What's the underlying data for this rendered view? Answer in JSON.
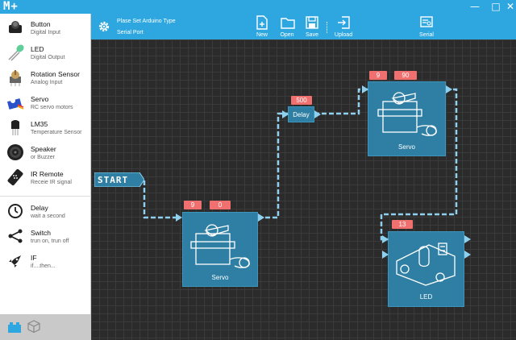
{
  "app": {
    "logo": "M+",
    "window_min": "—",
    "window_max": "□",
    "window_close": "✕"
  },
  "sidebar": {
    "items": [
      {
        "label": "Button",
        "sub": "Digital Input",
        "icon": "button-icon"
      },
      {
        "label": "LED",
        "sub": "Digital Output",
        "icon": "led-icon"
      },
      {
        "label": "Rotation Sensor",
        "sub": "Analog Input",
        "icon": "potentiometer-icon"
      },
      {
        "label": "Servo",
        "sub": "RC servo motors",
        "icon": "servo-icon"
      },
      {
        "label": "LM35",
        "sub": "Temperature Sensor",
        "icon": "temperature-sensor-icon"
      },
      {
        "label": "Speaker",
        "sub": "or Buzzer",
        "icon": "speaker-icon"
      },
      {
        "label": "IR Remote",
        "sub": "Receie IR signal",
        "icon": "ir-remote-icon"
      },
      {
        "label": "Delay",
        "sub": "wait a second",
        "icon": "clock-icon"
      },
      {
        "label": "Switch",
        "sub": "trun on, trun off",
        "icon": "switch-icon"
      },
      {
        "label": "IF",
        "sub": "if....then...",
        "icon": "rocket-icon"
      }
    ],
    "bottom_icons": [
      "blocks-icon",
      "cube-icon"
    ]
  },
  "toolbar": {
    "type_text": "Plase Set Arduino Type",
    "port_text": "Serial Port",
    "buttons": {
      "new": "New",
      "open": "Open",
      "save": "Save",
      "upload": "Upload",
      "serial": "Serial"
    }
  },
  "canvas": {
    "start": "START",
    "servo1": {
      "label": "Servo",
      "params": [
        "9",
        "0"
      ]
    },
    "delay": {
      "label": "Delay",
      "param": "500"
    },
    "servo2": {
      "label": "Servo",
      "params": [
        "9",
        "90"
      ]
    },
    "led": {
      "label": "LED",
      "param": "13"
    }
  },
  "colors": {
    "accent": "#2ea7e0",
    "block": "#2e7fa3",
    "param": "#f07070",
    "wire": "#8fd0ee"
  }
}
